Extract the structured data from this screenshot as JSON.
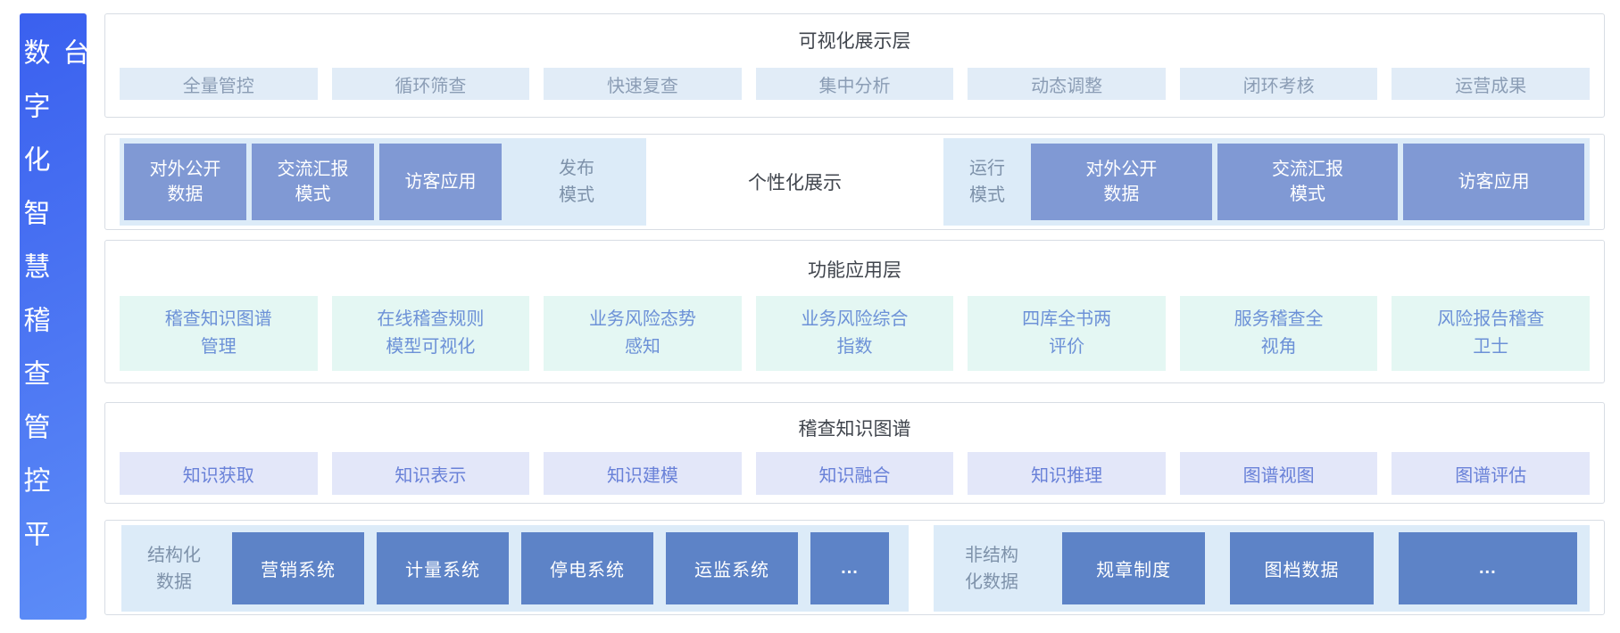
{
  "colors": {
    "sidebar_gradient_start": "#3a60ef",
    "sidebar_gradient_end": "#5c8cf7",
    "section_border": "#d8dde4",
    "chip_bg": "#e1ecf7",
    "chip_text": "#8b9db5",
    "band_bg": "#dcebf8",
    "band_label_text": "#7e92aa",
    "mode_box_bg": "#8099d4",
    "system_box_bg": "#5d83c7",
    "function_cell_bg": "#e4f7f3",
    "function_cell_text": "#6c91d7",
    "graph_cell_bg": "#e3e7f9",
    "graph_cell_text": "#6981d8",
    "header_text": "#40454d"
  },
  "sidebar": {
    "title": "数字化智慧稽查管控平台"
  },
  "visual_layer": {
    "header": "可视化展示层",
    "items": [
      "全量管控",
      "循环筛查",
      "快速复查",
      "集中分析",
      "动态调整",
      "闭环考核",
      "运营成果"
    ]
  },
  "display_modes": {
    "publish_group": {
      "boxes": [
        "对外公开\n数据",
        "交流汇报\n模式",
        "访客应用"
      ],
      "label": "发布\n模式"
    },
    "center_label": "个性化展示",
    "run_group": {
      "label": "运行\n模式",
      "boxes": [
        "对外公开\n数据",
        "交流汇报\n模式",
        "访客应用"
      ]
    }
  },
  "function_layer": {
    "header": "功能应用层",
    "items": [
      "稽查知识图谱\n管理",
      "在线稽查规则\n模型可视化",
      "业务风险态势\n感知",
      "业务风险综合\n指数",
      "四库全书两\n评价",
      "服务稽查全\n视角",
      "风险报告稽查\n卫士"
    ]
  },
  "knowledge_graph_layer": {
    "header": "稽查知识图谱",
    "items": [
      "知识获取",
      "知识表示",
      "知识建模",
      "知识融合",
      "知识推理",
      "图谱视图",
      "图谱评估"
    ]
  },
  "data_layer": {
    "structured": {
      "label": "结构化\n数据",
      "systems": [
        "营销系统",
        "计量系统",
        "停电系统",
        "运监系统",
        "..."
      ]
    },
    "unstructured": {
      "label": "非结构\n化数据",
      "systems": [
        "规章制度",
        "图档数据",
        "..."
      ]
    }
  }
}
